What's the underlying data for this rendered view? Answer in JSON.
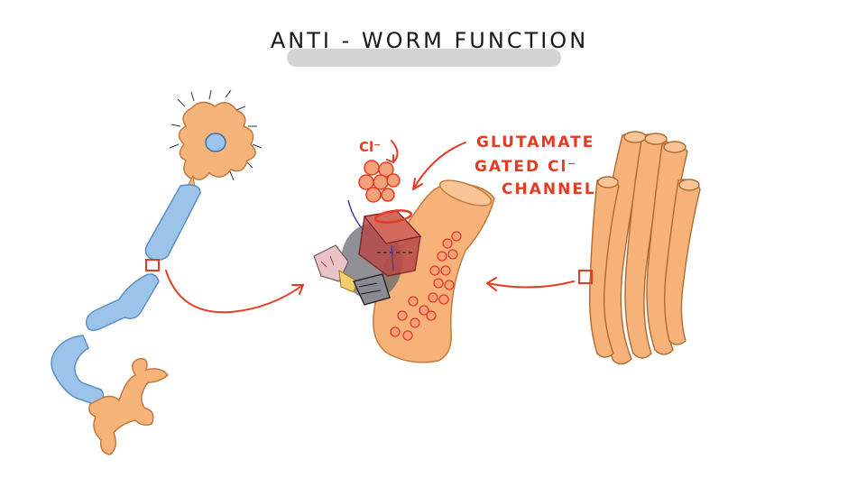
{
  "title": "ANTI - WORM FUNCTION",
  "labels": {
    "ion": "Cl⁻",
    "channel_line1": "GLUTAMATE",
    "channel_line2": "GATED Cl⁻",
    "channel_line3": "CHANNEL"
  },
  "colors": {
    "accent_red": "#e63a22",
    "neuron_body": "#f6b37a",
    "myelin_blue": "#9cc4ea",
    "muscle_orange": "#f7b27a",
    "title_highlight": "#cfcfcf",
    "ink": "#1a1a1a"
  }
}
